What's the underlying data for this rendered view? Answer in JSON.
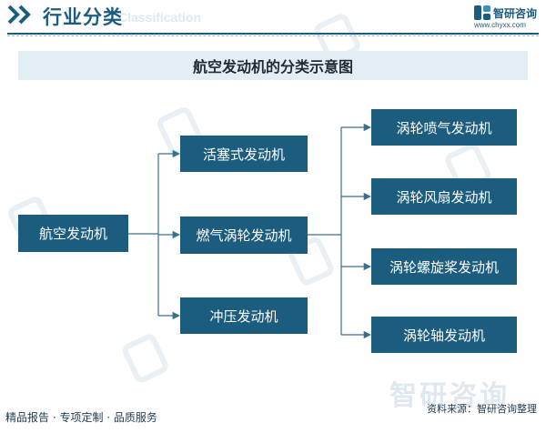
{
  "header": {
    "title": "行业分类",
    "subtitle_en": "Classification"
  },
  "brand": {
    "name": "智研咨询",
    "url": "www.chyxx.com"
  },
  "diagram": {
    "title": "航空发动机的分类示意图",
    "root": "航空发动机",
    "level1": [
      "活塞式发动机",
      "燃气涡轮发动机",
      "冲压发动机"
    ],
    "level2": [
      "涡轮喷气发动机",
      "涡轮风扇发动机",
      "涡轮螺旋桨发动机",
      "涡轮轴发动机"
    ]
  },
  "footer": {
    "left": "精品报告 · 专项定制 · 品质服务",
    "source": "资料来源：智研咨询整理",
    "watermark": "智研咨询"
  },
  "colors": {
    "node_fill": "#1c5d7f",
    "title_bar": "#e3edf4",
    "connector": "#3d6f8c"
  }
}
